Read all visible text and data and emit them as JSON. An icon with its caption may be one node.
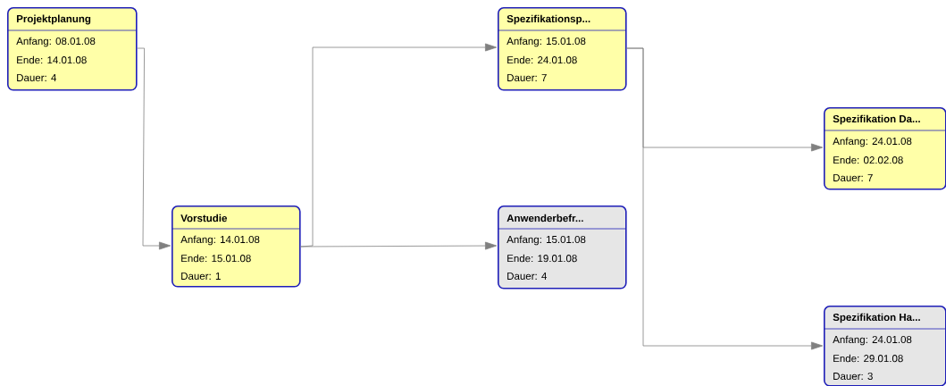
{
  "diagram": {
    "nodes": [
      {
        "text": [
          "Projektplanung",
          "Anfang: 08.01.08",
          "Ende: 14.01.08",
          "Dauer: 4"
        ]
      },
      {
        "text": [
          "Vorstudie",
          "Anfang: 14.01.08",
          "Ende: 15.01.08",
          "Dauer: 1"
        ]
      },
      {
        "text": [
          "Spezifikationsp...",
          "Anfang: 15.01.08",
          "Ende: 24.01.08",
          "Dauer: 7"
        ]
      },
      {
        "text": [
          "Anwenderbefr...",
          "Anfang: 15.01.08",
          "Ende: 19.01.08",
          "Dauer: 4"
        ]
      },
      {
        "text": [
          "Spezifikation Da...",
          "Anfang: 24.01.08",
          "Ende: 02.02.08",
          "Dauer: 7"
        ]
      },
      {
        "text": [
          "Spezifikation Ha...",
          "Anfang: 24.01.08",
          "Ende: 29.01.08",
          "Dauer: 3"
        ]
      }
    ],
    "edges": [
      {
        "from": 0,
        "to": 1,
        "arrow": "to"
      },
      {
        "from": 1,
        "to": 2,
        "arrow": "to"
      },
      {
        "from": 1,
        "to": 3,
        "arrow": "to"
      },
      {
        "from": 2,
        "to": 4,
        "arrow": "to"
      },
      {
        "from": 2,
        "to": 5,
        "arrow": "to"
      }
    ]
  }
}
